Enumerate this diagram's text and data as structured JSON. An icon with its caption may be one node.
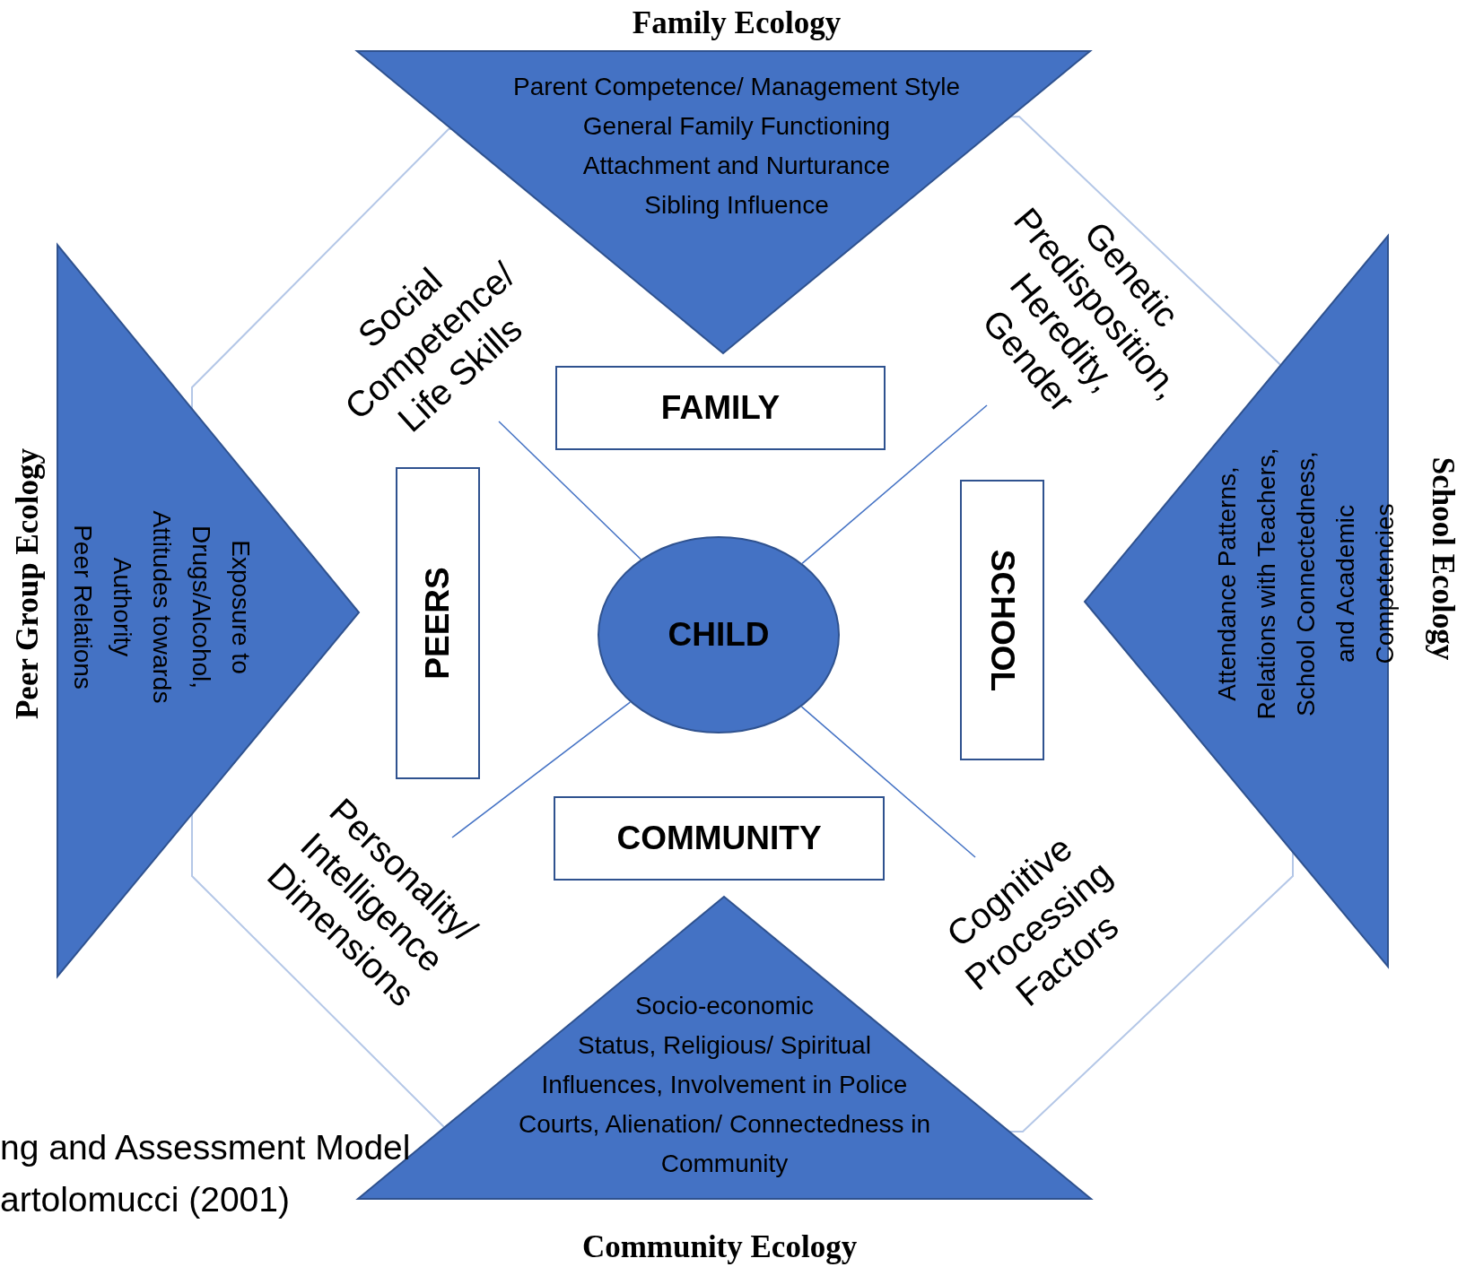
{
  "diagram": {
    "nodes": [
      {
        "text": [
          "Family Ecology",
          "Parent Competence/ Management Style",
          "General Family Functioning",
          "Attachment and Nurturance",
          "Sibling Influence"
        ]
      },
      {
        "text": [
          "Peer Group Ecology",
          "Exposure to Drugs/Alcohol,",
          "Attitudes towards Authority",
          "Peer Relations"
        ]
      },
      {
        "text": [
          "Attendance Patterns, Relations with Teachers, School Connectedness, and Academic Competencies",
          "School Ecology"
        ]
      },
      {
        "text": [
          "Socio-economic Status, Religious/ Spiritual Influences, Involvement in Police Courts, Alienation/ Connectedness in Community",
          "Community Ecology"
        ]
      },
      {
        "text": [
          "FAMILY"
        ]
      },
      {
        "text": [
          "PEERS"
        ]
      },
      {
        "text": [
          "SCHOOL"
        ]
      },
      {
        "text": [
          "COMMUNITY"
        ]
      },
      {
        "text": [
          "CHILD"
        ]
      },
      {
        "text": [
          "Social Competence/ Life Skills"
        ]
      },
      {
        "text": [
          "Genetic Predisposition, Heredity, Gender"
        ]
      },
      {
        "text": [
          "Personality/ Intelligence Dimensions"
        ]
      },
      {
        "text": [
          "Cognitive Processing Factors"
        ]
      }
    ],
    "edges": [
      {
        "from": 8,
        "to": 9,
        "arrow": "none"
      },
      {
        "from": 8,
        "to": 10,
        "arrow": "none"
      },
      {
        "from": 8,
        "to": 11,
        "arrow": "none"
      },
      {
        "from": 8,
        "to": 12,
        "arrow": "none"
      }
    ],
    "labels": [
      "ng and Assessment Model",
      "artolomucci (2001)"
    ]
  }
}
